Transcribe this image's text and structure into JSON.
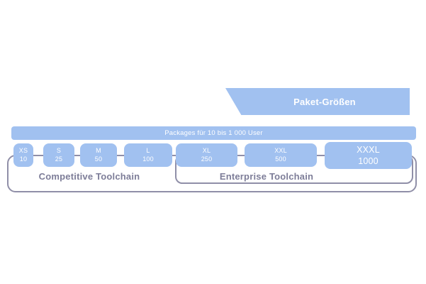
{
  "banner": {
    "label": "Paket-Größen"
  },
  "range_bar": {
    "label": "Packages für 10 bis 1 000 User"
  },
  "packages": [
    {
      "size": "XS",
      "users": "10"
    },
    {
      "size": "S",
      "users": "25"
    },
    {
      "size": "M",
      "users": "50"
    },
    {
      "size": "L",
      "users": "100"
    },
    {
      "size": "XL",
      "users": "250"
    },
    {
      "size": "XXL",
      "users": "500"
    },
    {
      "size": "XXXL",
      "users": "1000"
    }
  ],
  "groups": [
    {
      "label": "Competitive Toolchain"
    },
    {
      "label": "Enterprise Toolchain"
    }
  ],
  "colors": {
    "box_blue": "#a1c1f0",
    "bracket_gray": "#908fa8",
    "label_gray": "#7d7d98",
    "text_white": "#ffffff"
  }
}
